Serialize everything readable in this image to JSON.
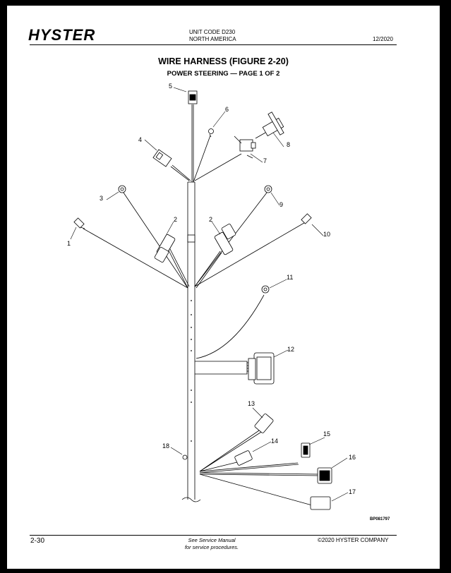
{
  "header": {
    "brand": "HYSTER",
    "unit_code": "UNIT CODE D230",
    "region": "NORTH AMERICA",
    "date": "12/2020"
  },
  "figure": {
    "title": "WIRE HARNESS (FIGURE 2-20)",
    "subtitle": "POWER STEERING — PAGE 1 OF 2",
    "code": "BP081797",
    "callouts": [
      "1",
      "2",
      "2",
      "3",
      "4",
      "5",
      "6",
      "7",
      "8",
      "9",
      "10",
      "11",
      "12",
      "13",
      "14",
      "15",
      "16",
      "17",
      "18"
    ]
  },
  "footer": {
    "page": "2-30",
    "note_line1": "See Service Manual",
    "note_line2": "for service procedures.",
    "copyright": "©2020 HYSTER COMPANY"
  }
}
